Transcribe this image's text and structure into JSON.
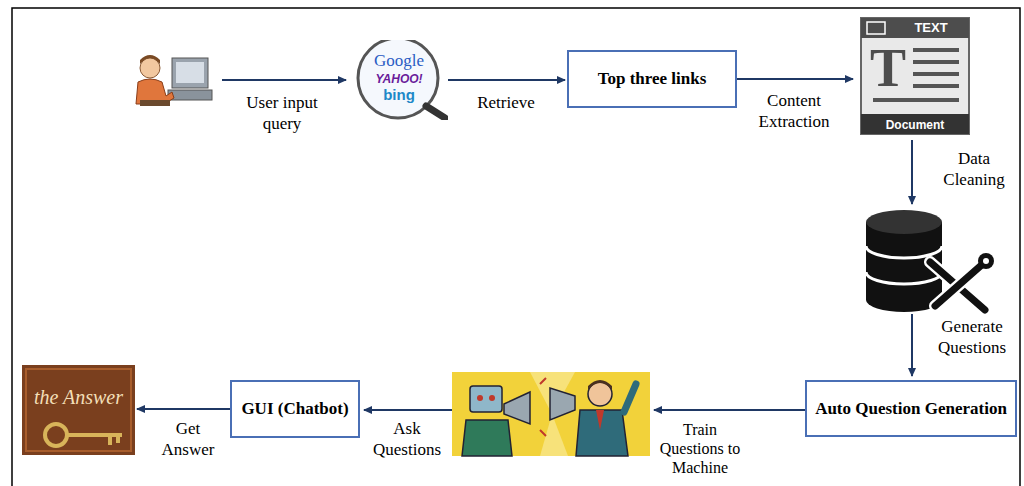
{
  "diagram": {
    "nodes": [
      {
        "text": [
          "Google",
          "YAHOO!",
          "bing"
        ]
      },
      {
        "text": [
          "Top three links"
        ]
      },
      {
        "text": [
          "TEXT",
          "T",
          "Document"
        ]
      },
      {
        "text": [
          "Auto Question Generation"
        ]
      },
      {
        "text": [
          "GUI (Chatbot)"
        ]
      },
      {
        "text": [
          "the Answer"
        ]
      }
    ],
    "edges": [
      {
        "from": 0,
        "to": 1,
        "arrow": "to",
        "label": "Retrieve"
      },
      {
        "from": 1,
        "to": 2,
        "arrow": "to",
        "label": "Content Extraction"
      },
      {
        "from": 4,
        "to": 5,
        "arrow": "to",
        "label": "Get Answer"
      }
    ],
    "labels": [
      "User input query",
      "Data Cleaning",
      "Generate Questions",
      "Train Questions to Machine",
      "Ask Questions"
    ]
  }
}
